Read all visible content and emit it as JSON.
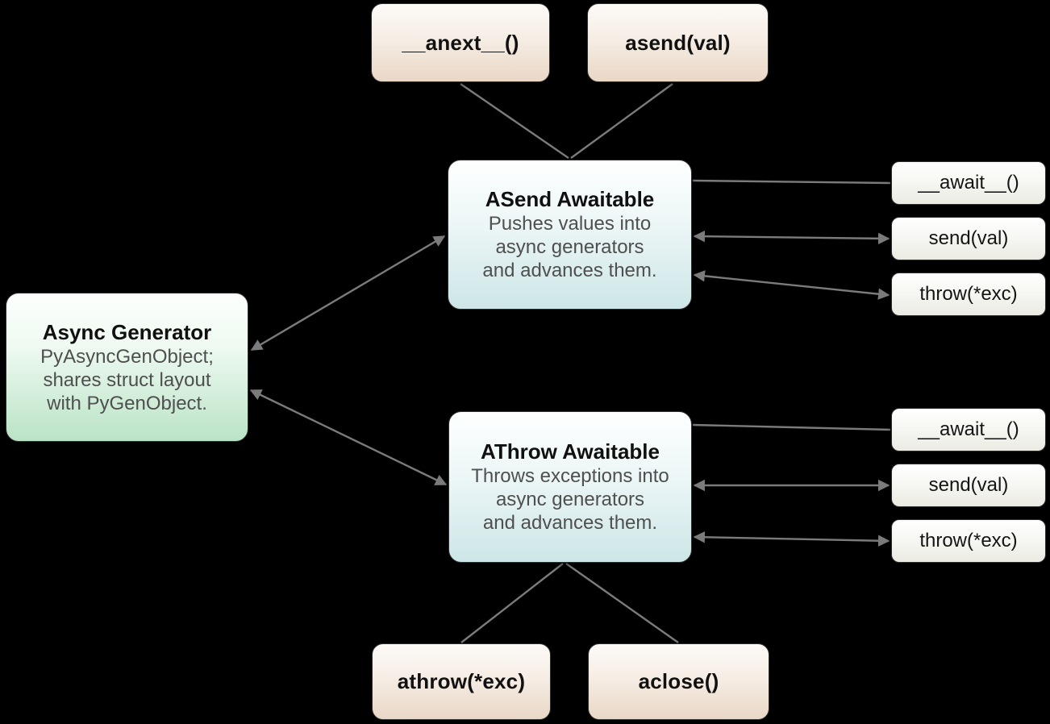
{
  "nodes": {
    "anext": {
      "label": "__anext__()"
    },
    "asend": {
      "label": "asend(val)"
    },
    "athrow": {
      "label": "athrow(*exc)"
    },
    "aclose": {
      "label": "aclose()"
    },
    "async_generator": {
      "title": "Async Generator",
      "desc": [
        "PyAsyncGenObject;",
        "shares struct layout",
        "with PyGenObject."
      ]
    },
    "asend_awaitable": {
      "title": "ASend Awaitable",
      "desc": [
        "Pushes values into",
        "async generators",
        "and advances them."
      ]
    },
    "athrow_awaitable": {
      "title": "AThrow Awaitable",
      "desc": [
        "Throws exceptions into",
        "async generators",
        "and advances them."
      ]
    },
    "asend_protocol": [
      {
        "label": "__await__()"
      },
      {
        "label": "send(val)"
      },
      {
        "label": "throw(*exc)"
      }
    ],
    "athrow_protocol": [
      {
        "label": "__await__()"
      },
      {
        "label": "send(val)"
      },
      {
        "label": "throw(*exc)"
      }
    ]
  },
  "colors": {
    "background": "#000000",
    "edge": "#7b7b7b",
    "method_box_bottom": "#e9d7c6",
    "awaitable_box_bottom": "#cde6e7",
    "generator_box_bottom": "#bae3c6",
    "protocol_box_bottom": "#ebebe3",
    "title_text": "#101010",
    "desc_text": "#4f4f4f"
  }
}
